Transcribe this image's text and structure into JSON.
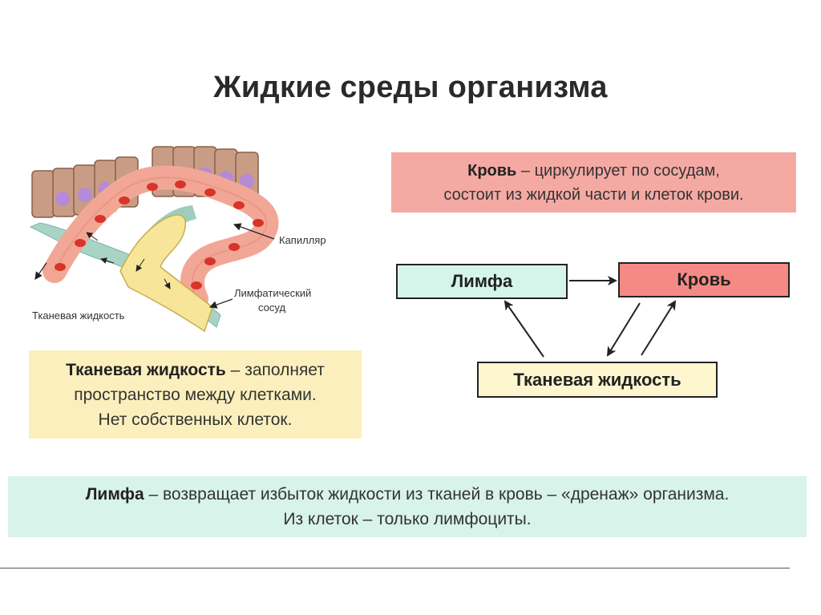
{
  "title": "Жидкие среды организма",
  "illustration": {
    "capillary_label": "Капилляр",
    "lymph_vessel_label_line1": "Лимфатический",
    "lymph_vessel_label_line2": "сосуд",
    "tissue_fluid_label": "Тканевая жидкость"
  },
  "blood_box": {
    "term": "Кровь",
    "line1_rest": " – циркулирует по сосудам,",
    "line2": "состоит из жидкой части и клеток крови."
  },
  "tissue_box": {
    "term": "Тканевая жидкость",
    "line1_rest": " – заполняет",
    "line2": "пространство между клетками.",
    "line3": "Нет собственных клеток."
  },
  "lymph_box": {
    "term": "Лимфа",
    "line1_rest": " – возвращает избыток жидкости из тканей в кровь – «дренаж» организма.",
    "line2": "Из клеток – только лимфоциты."
  },
  "scheme": {
    "lymph": "Лимфа",
    "blood": "Кровь",
    "tissue_fluid": "Тканевая жидкость"
  },
  "colors": {
    "blood": "#f58a84",
    "lymph": "#d5f5ea",
    "tissue_fluid": "#fdf6cf"
  }
}
